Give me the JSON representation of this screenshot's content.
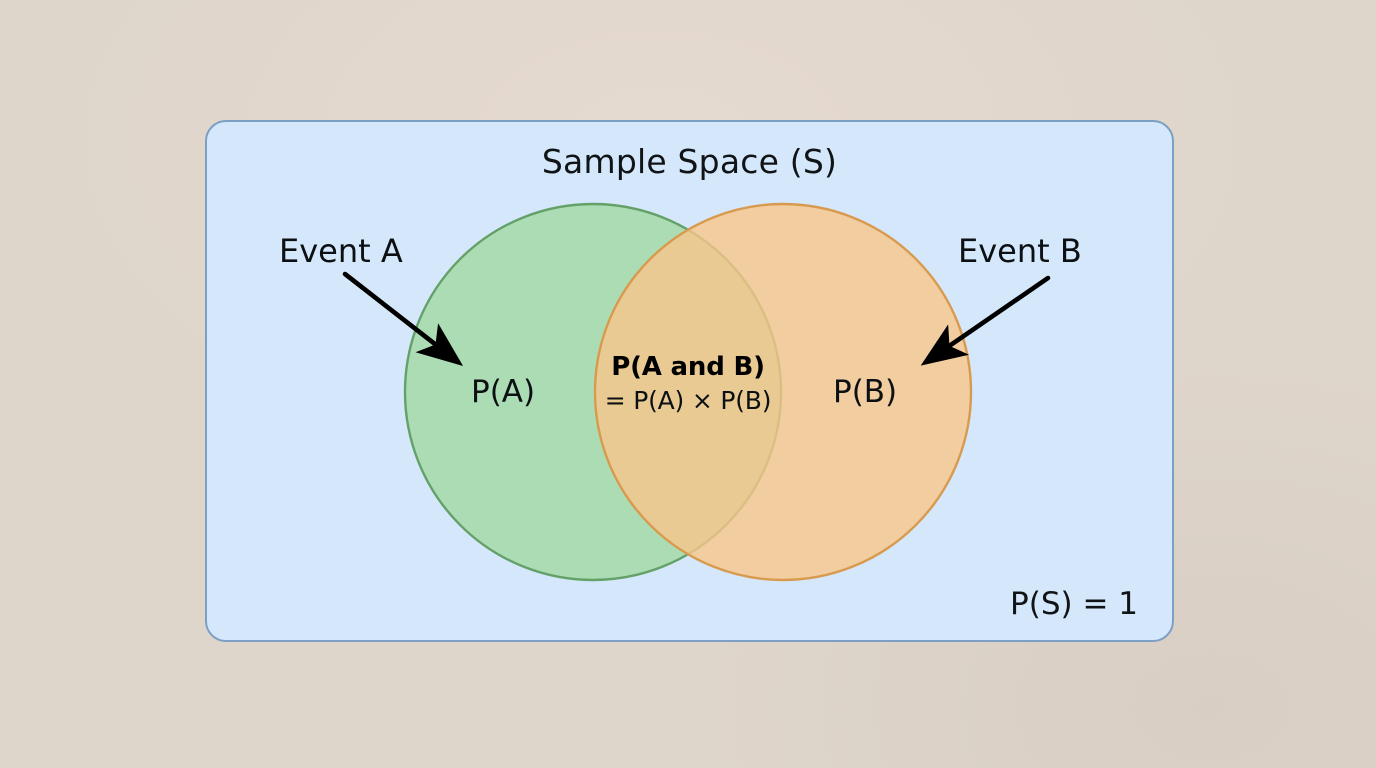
{
  "diagram": {
    "type": "venn-diagram",
    "topic": "Independent events probability",
    "background_color": "#ded5cb"
  },
  "sample_space": {
    "title": "Sample Space (S)",
    "probability_label": "P(S) = 1",
    "fill_color": "#d5e8fb",
    "border_color": "#7c9fc4"
  },
  "sets": [
    {
      "key": "a",
      "callout_label": "Event A",
      "inner_label": "P(A)",
      "fill_color": "#a8dba8",
      "border_color": "#6aa06a"
    },
    {
      "key": "b",
      "callout_label": "Event B",
      "inner_label": "P(B)",
      "fill_color": "#fbcb8e",
      "border_color": "#d89a4e"
    }
  ],
  "intersection": {
    "title": "P(A and B)",
    "formula": "= P(A) × P(B)",
    "fill_color": "#cddd8f"
  },
  "annotations": {
    "arrow_color": "#000000",
    "arrow_a_name": "arrow-to-event-a",
    "arrow_b_name": "arrow-to-event-b"
  },
  "icons": {
    "arrow_a": "arrow-down-right-icon",
    "arrow_b": "arrow-down-left-icon"
  }
}
